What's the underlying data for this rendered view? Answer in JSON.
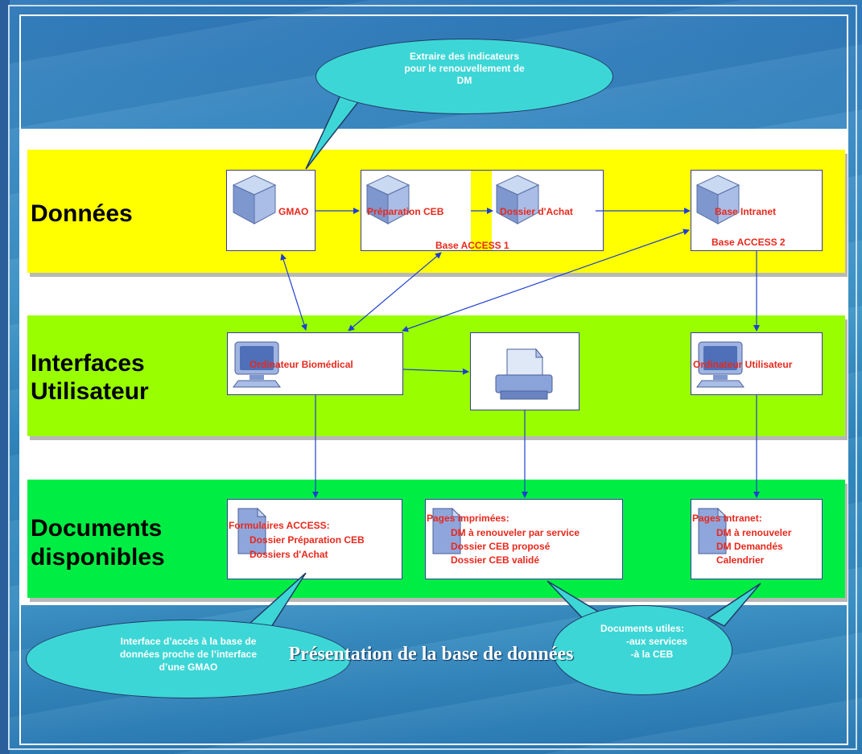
{
  "bands": {
    "donnees": {
      "label": "Données",
      "color": "#ffff00"
    },
    "interfaces": {
      "label_line1": "Interfaces",
      "label_line2": "Utilisateur",
      "color": "#99ff00"
    },
    "documents": {
      "label_line1": "Documents",
      "label_line2": "disponibles",
      "color": "#00ee44"
    }
  },
  "nodes": {
    "gmao": {
      "label": "GMAO",
      "icon": "database-cube-icon"
    },
    "preparation_ceb": {
      "label": "Préparation CEB",
      "icon": "database-cube-icon"
    },
    "dossier_achat": {
      "label": "Dossier d'Achat",
      "icon": "database-cube-icon"
    },
    "base_access_1": {
      "label": "Base ACCESS 1"
    },
    "base_intranet": {
      "label": "Base Intranet",
      "icon": "database-cube-icon"
    },
    "base_access_2": {
      "label": "Base ACCESS 2"
    },
    "ordinateur_biomedical": {
      "label": "Ordinateur Biomédical",
      "icon": "computer-monitor-icon"
    },
    "imprimante": {
      "icon": "printer-icon"
    },
    "ordinateur_utilisateur": {
      "label": "Ordinateur Utilisateur",
      "icon": "computer-monitor-icon"
    },
    "formulaires_access": {
      "title": "Formulaires ACCESS:",
      "items": [
        "Dossier Préparation CEB",
        "Dossiers d'Achat"
      ],
      "icon": "document-icon"
    },
    "pages_imprimees": {
      "title": "Pages imprimées:",
      "items": [
        "DM à renouveler par service",
        "Dossier CEB proposé",
        "Dossier CEB validé"
      ],
      "icon": "document-icon"
    },
    "pages_intranet": {
      "title": "Pages Intranet:",
      "items": [
        "DM à renouveler",
        "DM Demandés",
        "Calendrier"
      ],
      "icon": "document-icon"
    }
  },
  "callouts": {
    "top": {
      "lines": [
        "Extraire des indicateurs",
        "pour le renouvellement de",
        "DM"
      ]
    },
    "bottom_left": {
      "lines": [
        "Interface d’accès à la base de",
        "données proche de l’interface",
        "d’une GMAO"
      ]
    },
    "bottom_right": {
      "lines": [
        "Documents utiles:",
        "-aux services",
        "-à la CEB"
      ]
    }
  },
  "footer": {
    "title": "Présentation de la base de données"
  },
  "colors": {
    "node_text": "#e8281c",
    "arrow": "#1f3fd0",
    "callout_fill": "#3dd6d6"
  }
}
